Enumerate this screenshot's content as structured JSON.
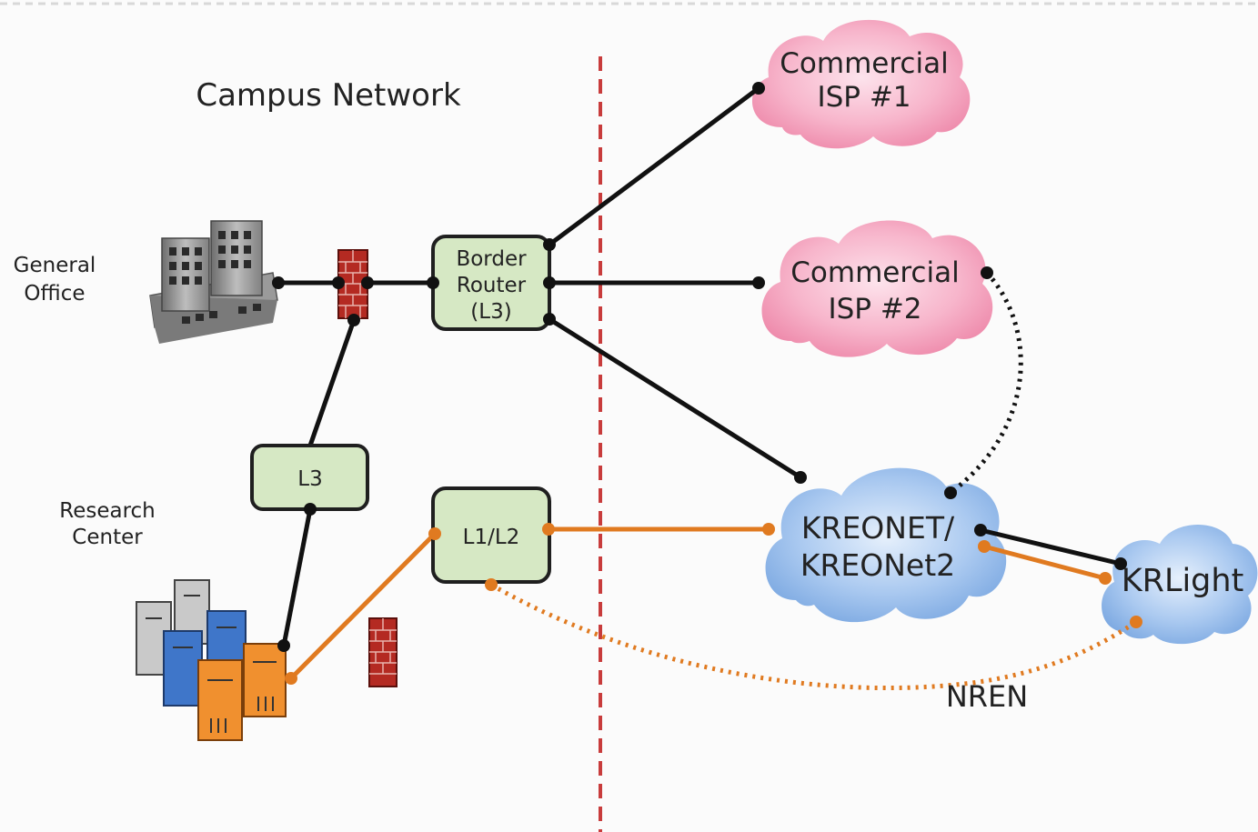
{
  "title": "Campus Network",
  "general_office": {
    "line1": "General",
    "line2": "Office"
  },
  "research_center": {
    "line1": "Research",
    "line2": "Center"
  },
  "border_router": {
    "line1": "Border",
    "line2": "Router",
    "line3": "(L3)"
  },
  "l3_switch": {
    "label": "L3"
  },
  "l1l2_switch": {
    "label": "L1/L2"
  },
  "isp1": {
    "line1": "Commercial",
    "line2": "ISP #1"
  },
  "isp2": {
    "line1": "Commercial",
    "line2": "ISP #2"
  },
  "kreonet": {
    "line1": "KREONET/",
    "line2": "KREONet2"
  },
  "krlight": {
    "label": "KRLight"
  },
  "nren_label": "NREN",
  "colors": {
    "link_black": "#111111",
    "link_orange": "#e07a20",
    "boundary": "#c83c3c",
    "pink_cloud": "#f8a8c4",
    "blue_cloud": "#9ec2ee",
    "box_fill": "#d6e8c4"
  }
}
